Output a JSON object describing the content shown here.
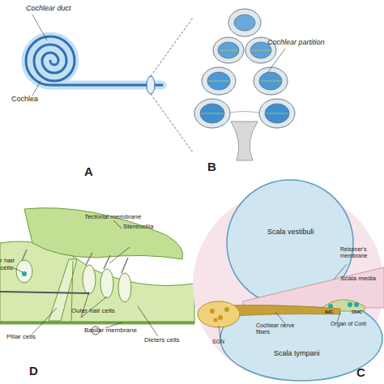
{
  "diagram": {
    "labels": [
      "Cochlear duct",
      "Cochlea",
      "A",
      "Cochlear partition",
      "B",
      "Tectorial membrane",
      "Stereocilia",
      "r hair cells",
      "Outer hair cells",
      "Pillar cells",
      "Basilar membrane",
      "Dieters cells",
      "D",
      "Scala vestibuli",
      "Reissner's membrane",
      "Scala media",
      "IHC",
      "OHC",
      "Organ of Corti",
      "Cochlear nerve fibers",
      "SGN",
      "Scala tympani",
      "C"
    ]
  }
}
